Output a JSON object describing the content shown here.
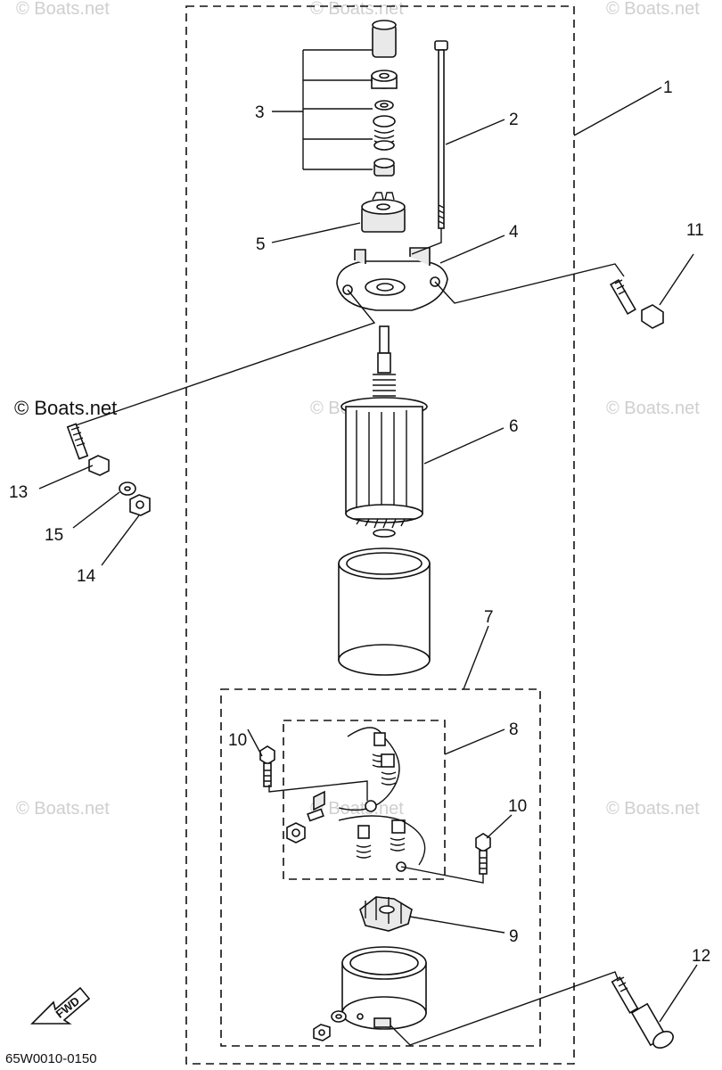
{
  "diagram": {
    "watermark": "© Boats.net",
    "diagram_code": "65W0010-0150",
    "direction_label": "FWD",
    "callouts": [
      "1",
      "2",
      "3",
      "4",
      "5",
      "6",
      "7",
      "8",
      "9",
      "10",
      "10",
      "11",
      "12",
      "13",
      "14",
      "15"
    ]
  }
}
